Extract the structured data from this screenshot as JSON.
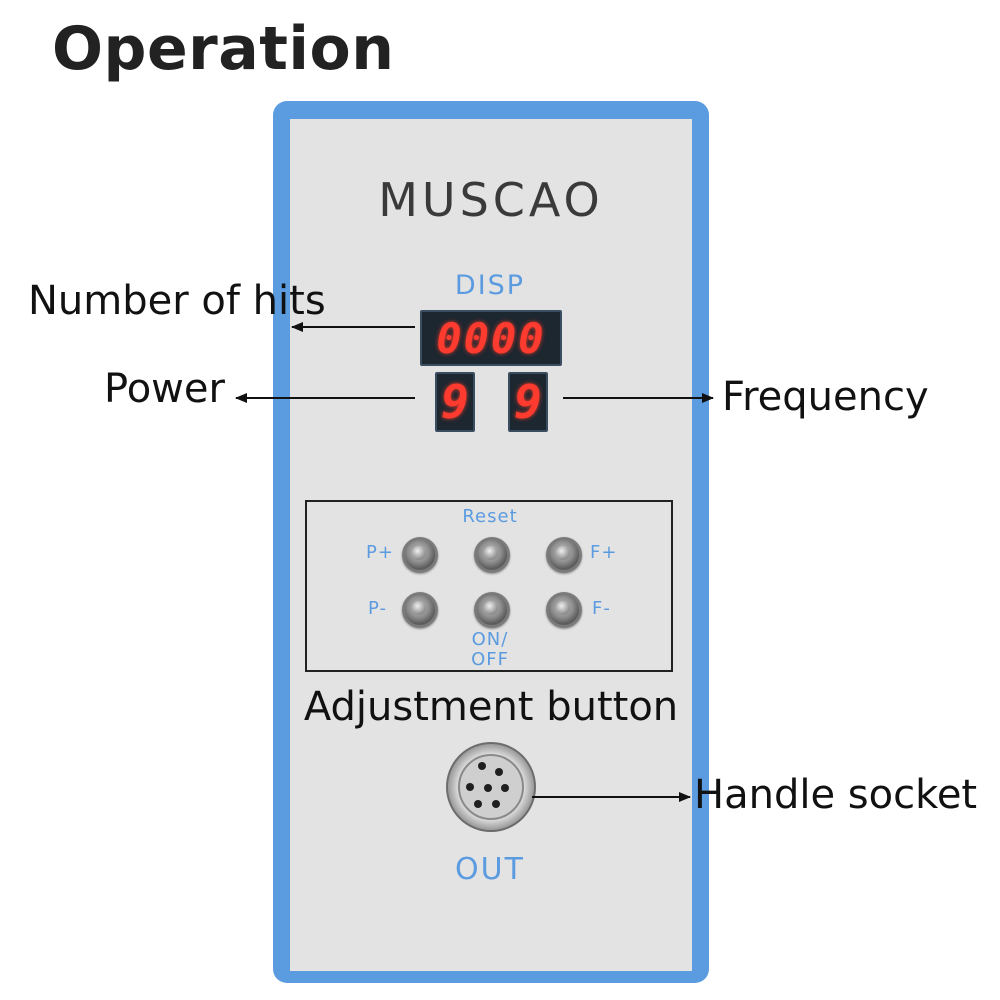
{
  "title": "Operation",
  "device": {
    "brand": "MUSCAO",
    "display_label": "DISP",
    "hits_display": "0000",
    "power_display": "9",
    "frequency_display": "9",
    "buttons": {
      "reset": "Reset",
      "p_plus": "P+",
      "f_plus": "F+",
      "p_minus": "P-",
      "f_minus": "F-",
      "on_off": "ON/\nOFF"
    },
    "out_label": "OUT"
  },
  "callouts": {
    "number_of_hits": "Number of hits",
    "power": "Power",
    "frequency": "Frequency",
    "adjustment_button": "Adjustment button",
    "handle_socket": "Handle socket"
  },
  "colors": {
    "frame_blue": "#5b9be0",
    "panel_gray": "#e3e3e3",
    "led_red": "#ff3b2f",
    "led_background": "#1d2730"
  }
}
